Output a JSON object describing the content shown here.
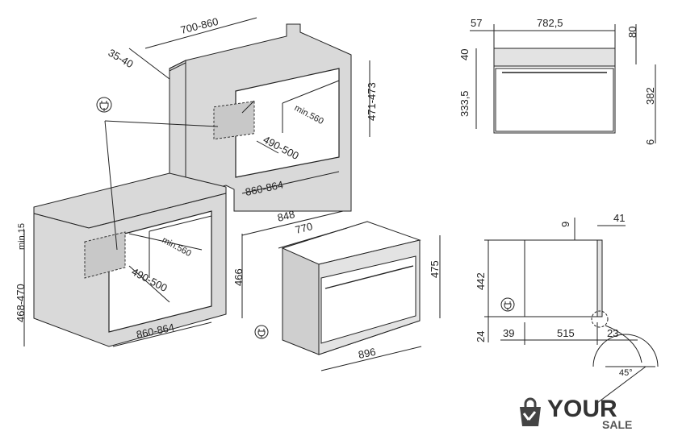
{
  "left_diagram": {
    "upper_cabinet": {
      "depth": "700-860",
      "offset": "35-40",
      "height": "471-473",
      "niche_depth": "min.560",
      "niche_height": "490-500",
      "niche_width": "860-864"
    },
    "lower_cabinet": {
      "top_gap": "min.15",
      "height": "468-470",
      "niche_depth": "min.560",
      "niche_height": "490-500",
      "niche_width": "860-864"
    },
    "appliance": {
      "depth_total": "848",
      "depth_body": "770",
      "height_body": "466",
      "height_front": "475",
      "width_front": "896"
    }
  },
  "front_view": {
    "side": "57",
    "width": "782,5",
    "top_band": "80",
    "control_strip": "40",
    "cavity_height": "333,5",
    "door_height": "382",
    "bottom": "6"
  },
  "side_view": {
    "top": "9",
    "front_offset": "41",
    "height": "442",
    "bottom": "24",
    "rear_gap": "39",
    "depth": "515",
    "front_depth": "23",
    "angle": "45°"
  },
  "brand": {
    "big": "YOUR",
    "small": "SALE"
  }
}
